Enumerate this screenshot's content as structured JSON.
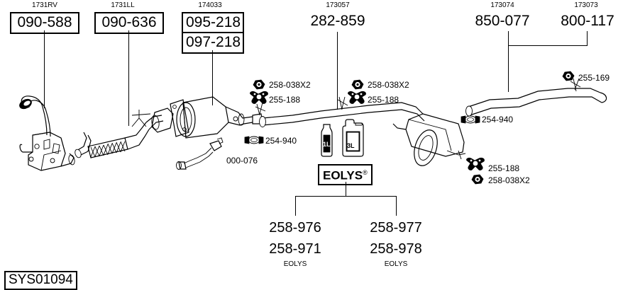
{
  "diagram": {
    "system_code": "SYS01094",
    "brand_label": "EOLYS",
    "brand_label_sup": "®"
  },
  "top_labels": [
    {
      "ref": "1731RV",
      "part": "090-588",
      "boxed": true
    },
    {
      "ref": "1731LL",
      "part": "090-636",
      "boxed": true
    },
    {
      "ref": "174033",
      "part": "095-218",
      "part2": "097-218",
      "boxed": true
    },
    {
      "ref": "173057",
      "part": "282-859",
      "boxed": false
    },
    {
      "ref": "173074",
      "part": "850-077",
      "boxed": false
    },
    {
      "ref": "173073",
      "part": "800-117",
      "boxed": false
    }
  ],
  "callouts": [
    {
      "id": "c1",
      "part": "258-038X2",
      "icon": "hex-nut-icon"
    },
    {
      "id": "c2",
      "part": "255-188",
      "icon": "rubber-hanger-icon"
    },
    {
      "id": "c3",
      "part": "258-038X2",
      "icon": "hex-nut-icon"
    },
    {
      "id": "c4",
      "part": "255-188",
      "icon": "rubber-hanger-icon"
    },
    {
      "id": "c5",
      "part": "254-940",
      "icon": "clamp-ring-icon"
    },
    {
      "id": "c6",
      "part": "000-076",
      "icon": "oxygen-sensor-icon"
    },
    {
      "id": "c7",
      "part": "255-169",
      "icon": "hex-nut-icon"
    },
    {
      "id": "c8",
      "part": "254-940",
      "icon": "clamp-ring-icon"
    },
    {
      "id": "c9",
      "part": "255-188",
      "icon": "rubber-hanger-icon"
    },
    {
      "id": "c10",
      "part": "258-038X2",
      "icon": "hex-nut-icon"
    }
  ],
  "fluid_containers": [
    {
      "size": "1L"
    },
    {
      "size": "3L"
    }
  ],
  "eolys_columns": [
    {
      "part_a": "258-976",
      "part_b": "258-971",
      "caption": "EOLYS"
    },
    {
      "part_a": "258-977",
      "part_b": "258-978",
      "caption": "EOLYS"
    }
  ],
  "colors": {
    "ink": "#000000",
    "paper": "#ffffff"
  }
}
